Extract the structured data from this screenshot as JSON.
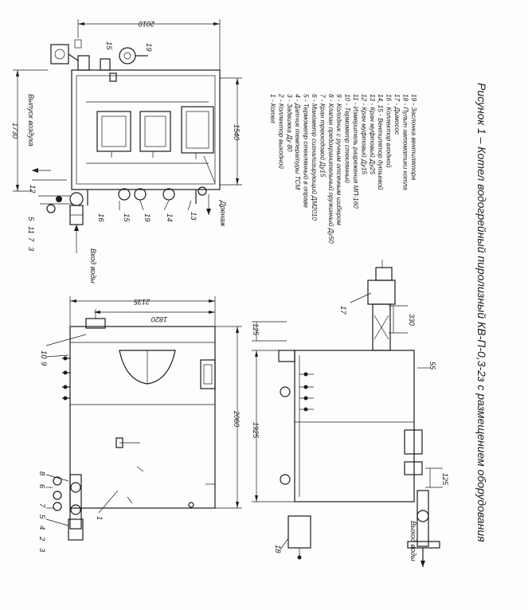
{
  "caption": "Рисунок 1 – Котел водогрейный пиролизный КВ-П-0,3-2з с размещением оборудования",
  "legend": [
    "1 - Котел",
    "2 - Коллектор выходной",
    "3 - Задвижка Ду 80",
    "4 - Датчик температуры ТСМ",
    "5 - Термометр стеклянный в оправе",
    "6 - Манометр сигнализирующий ДМ2010",
    "7 - Кран трехходовой Ду15",
    "8 - Клапан предохранительный пружинный Ду50",
    "9 - Колодник с ручным отсечным шибером",
    "10 - Термометр стеклянный",
    "11 - Измеритель разрежения МП-160",
    "12 - Кран муфтовый Ду15",
    "13 - Кран муфтовый Ду25",
    "14, 15 - Вентилятор дутьевой",
    "16 - Коллектор входной",
    "17 - Дымосос",
    "18 - Пульт автоматики котла",
    "19 - Заслонка вентилятора"
  ],
  "labels": {
    "vypusk_vozduha": "Выпуск воздуха",
    "vhod_vody_top": "Вход воды",
    "drenazh": "Дренаж",
    "vyhod_vody": "Выход воды"
  },
  "dims": {
    "d2010": "2010",
    "d1730": "1730",
    "d1540": "1540",
    "d2135": "2135",
    "d1820": "1820",
    "d2060": "2060",
    "d1925": "1925",
    "d125a": "125",
    "d125b": "125",
    "d330": "330",
    "d55": "55"
  },
  "callouts": {
    "c12": "12",
    "c3": "3",
    "c7": "7",
    "c11": "11",
    "c5": "5",
    "c16": "16",
    "c15": "15",
    "c19": "19",
    "c14": "14",
    "c13": "13",
    "c15top": "15",
    "c19top": "19",
    "c10": "10",
    "c9": "9",
    "c8": "8",
    "c6": "6",
    "c7b": "7",
    "c5b": "5",
    "c4": "4",
    "c2": "2",
    "c3b": "3",
    "c1": "1",
    "c17": "17",
    "c18": "18"
  }
}
